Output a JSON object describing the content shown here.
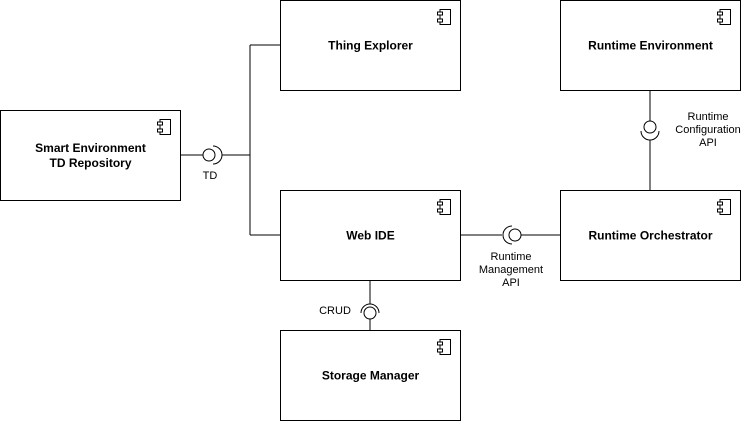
{
  "components": {
    "thing_explorer": "Thing Explorer",
    "runtime_environment": "Runtime Environment",
    "smart_environment": "Smart Environment\nTD Repository",
    "web_ide": "Web IDE",
    "runtime_orchestrator": "Runtime Orchestrator",
    "storage_manager": "Storage Manager"
  },
  "interfaces": {
    "td": "TD",
    "runtime_configuration_api": "Runtime\nConfiguration\nAPI",
    "runtime_management_api": "Runtime\nManagement\nAPI",
    "crud": "CRUD"
  },
  "component_icon": "uml-component-icon"
}
